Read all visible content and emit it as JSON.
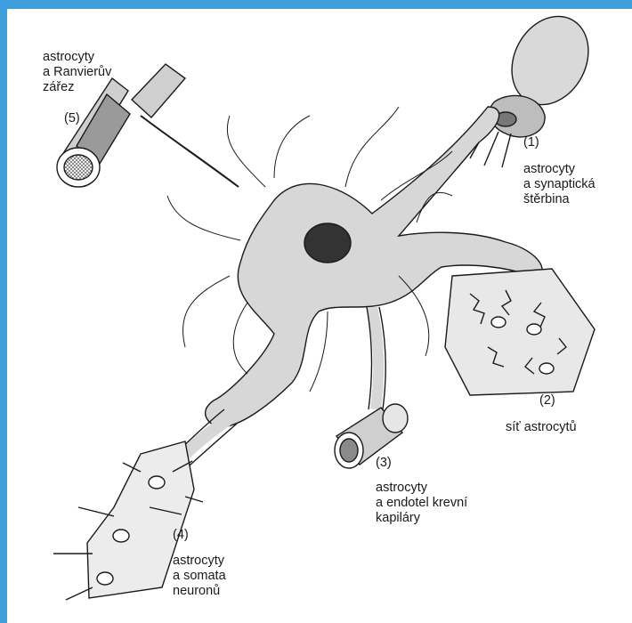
{
  "colors": {
    "frame": "#3f9fdd",
    "paper": "#ffffff",
    "ink": "#1a1a1a",
    "cell_fill": "#d7d7d7",
    "nucleus": "#333333"
  },
  "labels": {
    "l5": {
      "num": "(5)",
      "text": "astrocyty\na Ranvierův\nzářez"
    },
    "l1": {
      "num": "(1)",
      "text": "astrocyty\na synaptická\nštěrbina"
    },
    "l2": {
      "num": "(2)",
      "text": "síť astrocytů"
    },
    "l3": {
      "num": "(3)",
      "text": "astrocyty\na endotel krevní\nkapiláry"
    },
    "l4": {
      "num": "(4)",
      "text": "astrocyty\na somata\nneuronů"
    }
  }
}
